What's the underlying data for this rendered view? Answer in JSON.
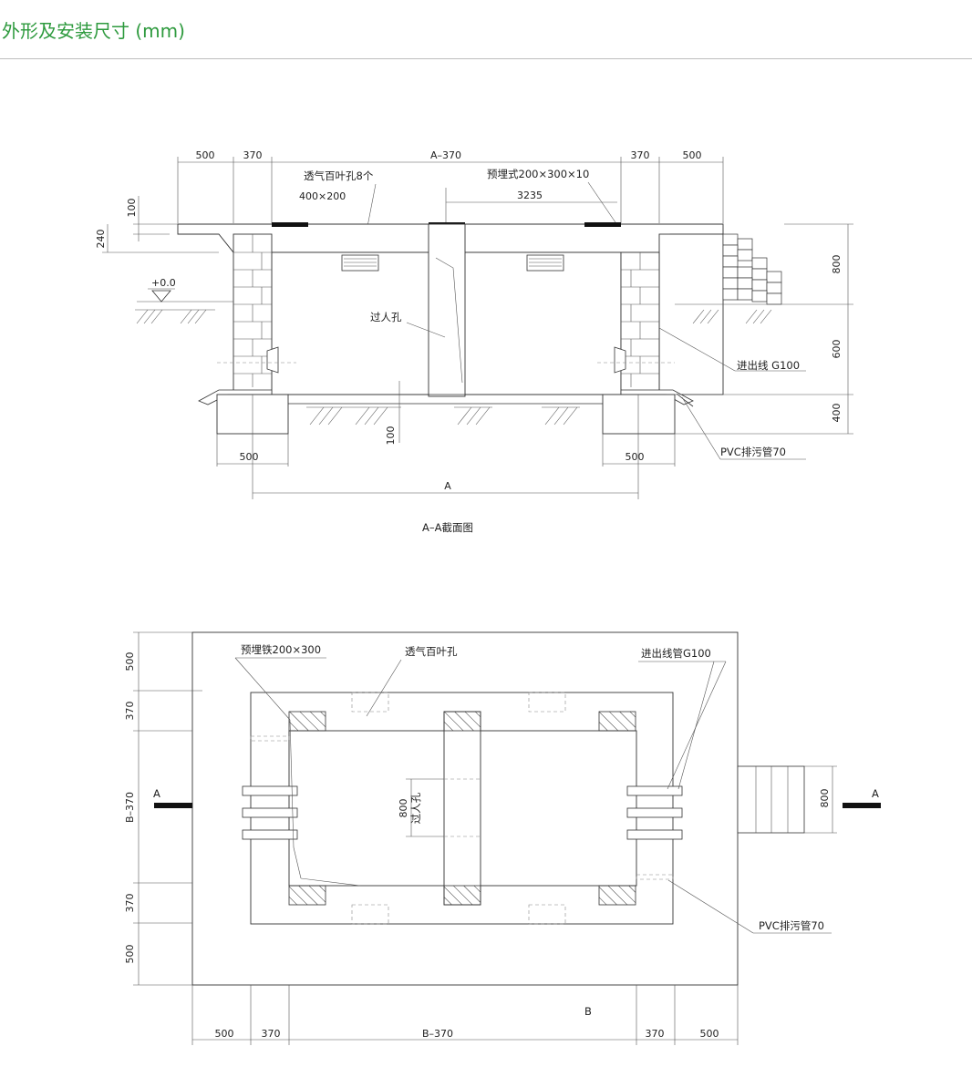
{
  "header": {
    "title": "外形及安装尺寸 (mm)"
  },
  "section_view": {
    "caption": "A–A截面图",
    "top_dims": [
      "500",
      "370",
      "A–370",
      "370",
      "500"
    ],
    "vent_label": "透气百叶孔8个",
    "vent_size": "400×200",
    "embedded_label": "预埋式200×300×10",
    "span_3235": "3235",
    "dim_100_top": "100",
    "dim_240": "240",
    "ground_level": "+0.0",
    "manhole_label": "过人孔",
    "cable_label": "进出线 G100",
    "drain_label": "PVC排污管70",
    "dim_100_bottom": "100",
    "bottom_dim_left": "500",
    "bottom_dim_right": "500",
    "overall_dim": "A",
    "right_dims": [
      "800",
      "600",
      "400"
    ]
  },
  "plan_view": {
    "embedded_label": "预埋铁200×300",
    "vent_label": "透气百叶孔",
    "cable_label": "进出线管G100",
    "drain_label": "PVC排污管70",
    "manhole_size": "800",
    "manhole_label": "过人孔",
    "left_dims": [
      "500",
      "370",
      "B–370",
      "370",
      "500"
    ],
    "section_marker": "A",
    "step_dim": "800",
    "bottom_label": "B",
    "bottom_dims": [
      "500",
      "370",
      "B–370",
      "370",
      "500"
    ]
  }
}
